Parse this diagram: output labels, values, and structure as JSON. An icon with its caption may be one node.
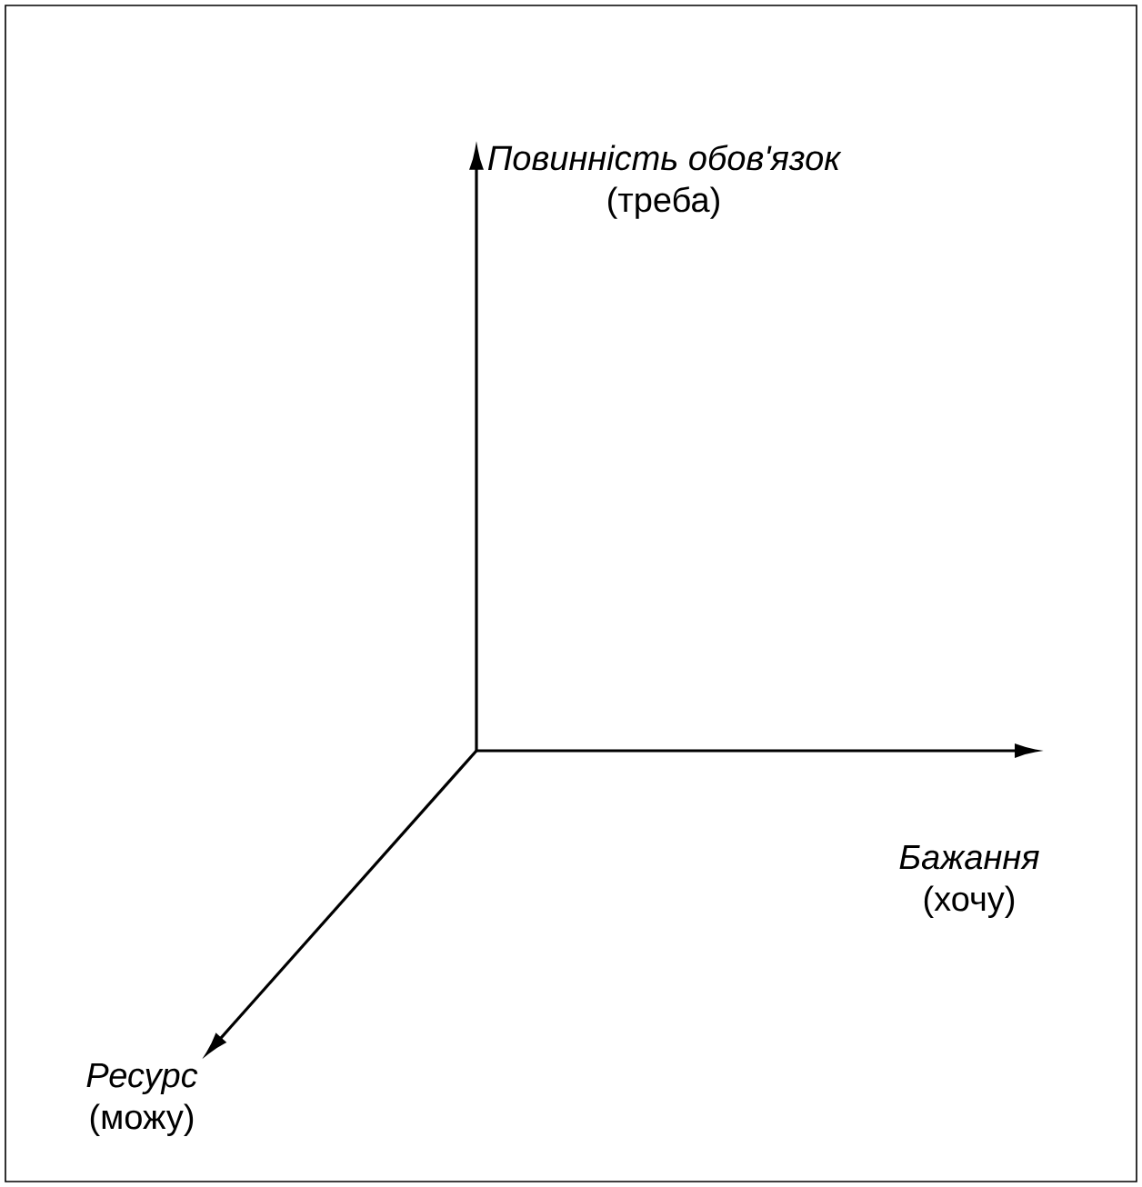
{
  "diagram": {
    "nodes": [
      {
        "text": [
          "Повинність обов'язок",
          "(треба)"
        ]
      },
      {
        "text": [
          "Бажання",
          "(хочу)"
        ]
      },
      {
        "text": [
          "Ресурс",
          "(можу)"
        ]
      }
    ],
    "edges": [
      {
        "from": null,
        "to": 0,
        "arrow": "to"
      },
      {
        "from": null,
        "to": 1,
        "arrow": "to"
      },
      {
        "from": null,
        "to": 2,
        "arrow": "to"
      }
    ]
  }
}
